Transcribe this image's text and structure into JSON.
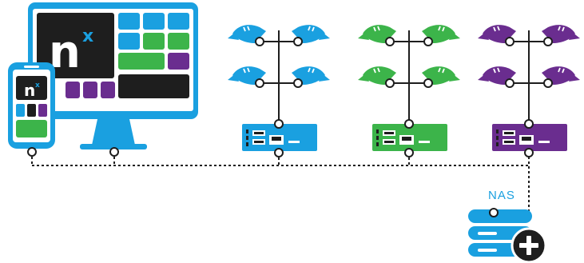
{
  "colors": {
    "blue": "#1aa0e0",
    "green": "#3cb44a",
    "purple": "#6a2d8f",
    "dark": "#1e1e1e",
    "line": "#1e1e1e",
    "white": "#ffffff"
  },
  "logo": {
    "letter": "n",
    "superscript": "x"
  },
  "nas": {
    "label": "NAS"
  },
  "camera_groups": [
    {
      "color_key": "blue",
      "icon": "camera-icon"
    },
    {
      "color_key": "green",
      "icon": "camera-icon"
    },
    {
      "color_key": "purple",
      "icon": "camera-icon"
    }
  ]
}
